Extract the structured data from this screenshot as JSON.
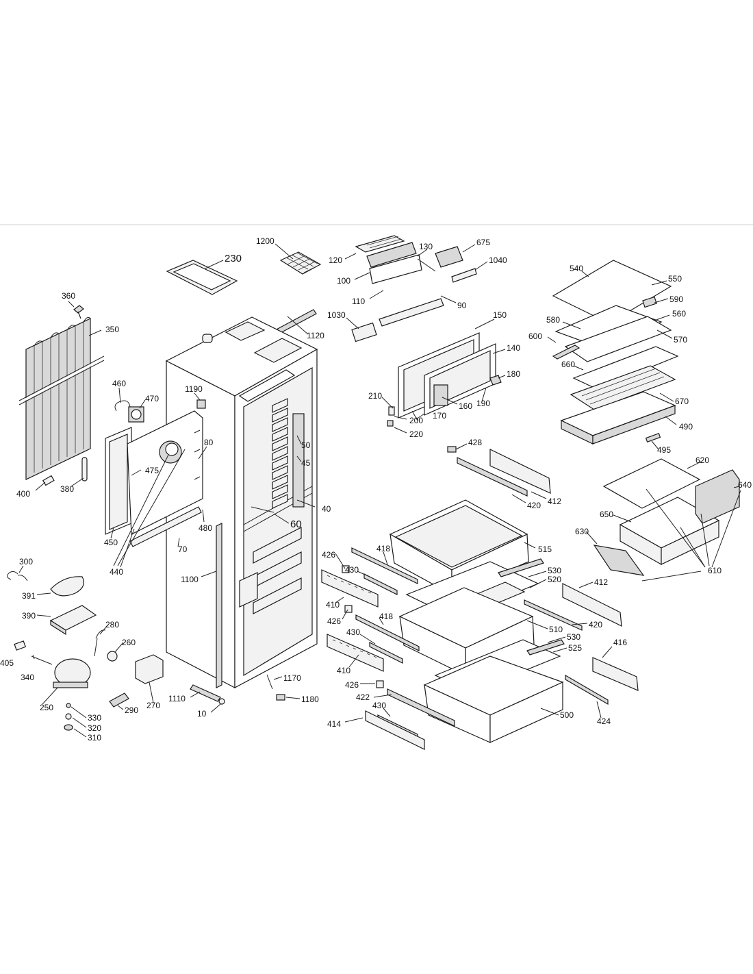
{
  "labels": [
    {
      "id": "l230",
      "text": "230"
    },
    {
      "id": "l1200",
      "text": "1200"
    },
    {
      "id": "l120",
      "text": "120"
    },
    {
      "id": "l130",
      "text": "130"
    },
    {
      "id": "l675",
      "text": "675"
    },
    {
      "id": "l100",
      "text": "100"
    },
    {
      "id": "l1040",
      "text": "1040"
    },
    {
      "id": "l110",
      "text": "110"
    },
    {
      "id": "l90",
      "text": "90"
    },
    {
      "id": "l1030",
      "text": "1030"
    },
    {
      "id": "l150",
      "text": "150"
    },
    {
      "id": "l140",
      "text": "140"
    },
    {
      "id": "l180",
      "text": "180"
    },
    {
      "id": "l210",
      "text": "210"
    },
    {
      "id": "l160",
      "text": "160"
    },
    {
      "id": "l190",
      "text": "190"
    },
    {
      "id": "l170",
      "text": "170"
    },
    {
      "id": "l200",
      "text": "200"
    },
    {
      "id": "l220",
      "text": "220"
    },
    {
      "id": "l540",
      "text": "540"
    },
    {
      "id": "l550",
      "text": "550"
    },
    {
      "id": "l590",
      "text": "590"
    },
    {
      "id": "l580",
      "text": "580"
    },
    {
      "id": "l560",
      "text": "560"
    },
    {
      "id": "l600",
      "text": "600"
    },
    {
      "id": "l570",
      "text": "570"
    },
    {
      "id": "l660",
      "text": "660"
    },
    {
      "id": "l670",
      "text": "670"
    },
    {
      "id": "l490",
      "text": "490"
    },
    {
      "id": "l495",
      "text": "495"
    },
    {
      "id": "l620",
      "text": "620"
    },
    {
      "id": "l640",
      "text": "640"
    },
    {
      "id": "l650",
      "text": "650"
    },
    {
      "id": "l630",
      "text": "630"
    },
    {
      "id": "l610",
      "text": "610"
    },
    {
      "id": "l360",
      "text": "360"
    },
    {
      "id": "l350",
      "text": "350"
    },
    {
      "id": "l1120",
      "text": "1120"
    },
    {
      "id": "l460",
      "text": "460"
    },
    {
      "id": "l470",
      "text": "470"
    },
    {
      "id": "l1190",
      "text": "1190"
    },
    {
      "id": "l80",
      "text": "80"
    },
    {
      "id": "l50",
      "text": "50"
    },
    {
      "id": "l45",
      "text": "45"
    },
    {
      "id": "l475",
      "text": "475"
    },
    {
      "id": "l40",
      "text": "40"
    },
    {
      "id": "l400",
      "text": "400"
    },
    {
      "id": "l380",
      "text": "380"
    },
    {
      "id": "l60",
      "text": "60"
    },
    {
      "id": "l480",
      "text": "480"
    },
    {
      "id": "l450",
      "text": "450"
    },
    {
      "id": "l70",
      "text": "70"
    },
    {
      "id": "l440",
      "text": "440"
    },
    {
      "id": "l1100",
      "text": "1100"
    },
    {
      "id": "l300",
      "text": "300"
    },
    {
      "id": "l391",
      "text": "391"
    },
    {
      "id": "l390",
      "text": "390"
    },
    {
      "id": "l280",
      "text": "280"
    },
    {
      "id": "l260",
      "text": "260"
    },
    {
      "id": "l405",
      "text": "405"
    },
    {
      "id": "l340",
      "text": "340"
    },
    {
      "id": "l250",
      "text": "250"
    },
    {
      "id": "l270",
      "text": "270"
    },
    {
      "id": "l290",
      "text": "290"
    },
    {
      "id": "l330",
      "text": "330"
    },
    {
      "id": "l320",
      "text": "320"
    },
    {
      "id": "l310",
      "text": "310"
    },
    {
      "id": "l1110",
      "text": "1110"
    },
    {
      "id": "l10",
      "text": "10"
    },
    {
      "id": "l1170",
      "text": "1170"
    },
    {
      "id": "l1180",
      "text": "1180"
    },
    {
      "id": "l428",
      "text": "428"
    },
    {
      "id": "l412a",
      "text": "412"
    },
    {
      "id": "l420a",
      "text": "420"
    },
    {
      "id": "l515",
      "text": "515"
    },
    {
      "id": "l426a",
      "text": "426"
    },
    {
      "id": "l418a",
      "text": "418"
    },
    {
      "id": "l430a",
      "text": "430"
    },
    {
      "id": "l530a",
      "text": "530"
    },
    {
      "id": "l520",
      "text": "520"
    },
    {
      "id": "l412b",
      "text": "412"
    },
    {
      "id": "l410a",
      "text": "410"
    },
    {
      "id": "l426b",
      "text": "426"
    },
    {
      "id": "l418b",
      "text": "418"
    },
    {
      "id": "l510",
      "text": "510"
    },
    {
      "id": "l420b",
      "text": "420"
    },
    {
      "id": "l430b",
      "text": "430"
    },
    {
      "id": "l530b",
      "text": "530"
    },
    {
      "id": "l525",
      "text": "525"
    },
    {
      "id": "l416",
      "text": "416"
    },
    {
      "id": "l410b",
      "text": "410"
    },
    {
      "id": "l426c",
      "text": "426"
    },
    {
      "id": "l422",
      "text": "422"
    },
    {
      "id": "l430c",
      "text": "430"
    },
    {
      "id": "l500",
      "text": "500"
    },
    {
      "id": "l424",
      "text": "424"
    },
    {
      "id": "l414",
      "text": "414"
    }
  ]
}
